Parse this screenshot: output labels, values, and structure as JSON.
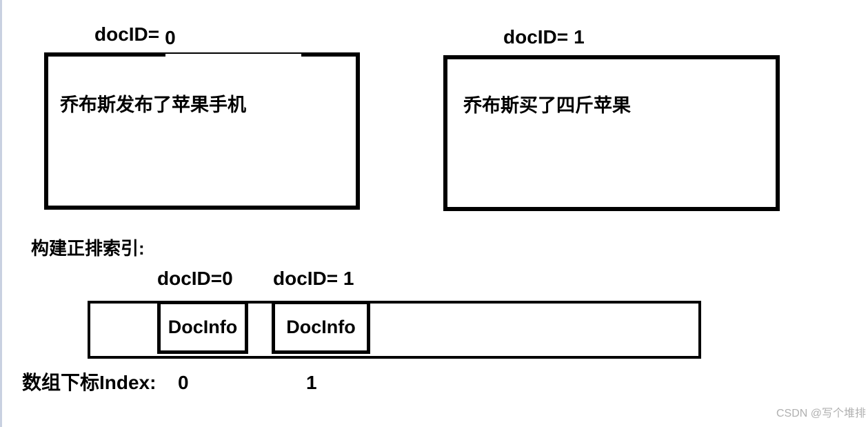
{
  "page": {
    "background": "#ffffff",
    "edge_stripe_color": "#c9d1e1",
    "line_color": "#000000"
  },
  "documents": [
    {
      "id_label_prefix": "docID=",
      "id_value": "0",
      "content": "乔布斯发布了苹果手机"
    },
    {
      "id_label_prefix": "docID=",
      "id_value": "1",
      "content": "乔布斯买了四斤苹果"
    }
  ],
  "forward_index": {
    "section_title": "构建正排索引:",
    "slot_labels": [
      {
        "text": "docID=0"
      },
      {
        "text": "docID= 1"
      }
    ],
    "array_cells": [
      {
        "text": "DocInfo"
      },
      {
        "text": "DocInfo"
      }
    ],
    "index_caption": "数组下标Index:",
    "index_values": [
      "0",
      "1"
    ]
  },
  "watermark": {
    "text": "CSDN @写个堆排",
    "color": "#b0b0b0"
  }
}
